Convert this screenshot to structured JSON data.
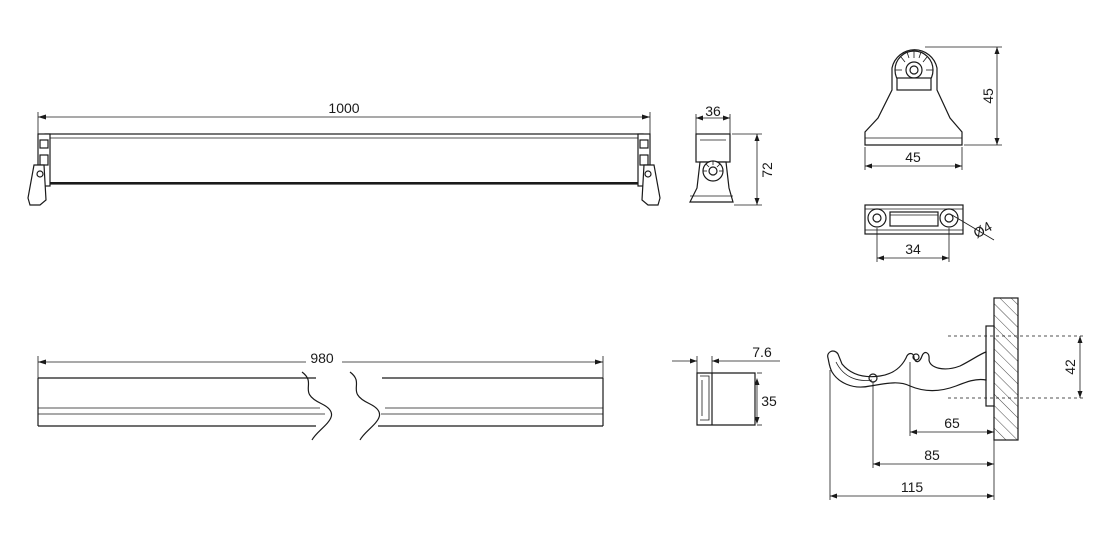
{
  "dimensions": {
    "bar_length": "1000",
    "end_width": "36",
    "end_height": "72",
    "bracket_height": "45",
    "bracket_width": "45",
    "hole_diameter": "Ø4",
    "hole_spacing": "34",
    "profile_length": "980",
    "profile_depth": "7.6",
    "profile_height": "35",
    "mount_height": "42",
    "hook_offset_1": "65",
    "hook_offset_2": "85",
    "hook_offset_3": "115"
  },
  "colors": {
    "line": "#1a1a1a",
    "background": "#ffffff"
  }
}
